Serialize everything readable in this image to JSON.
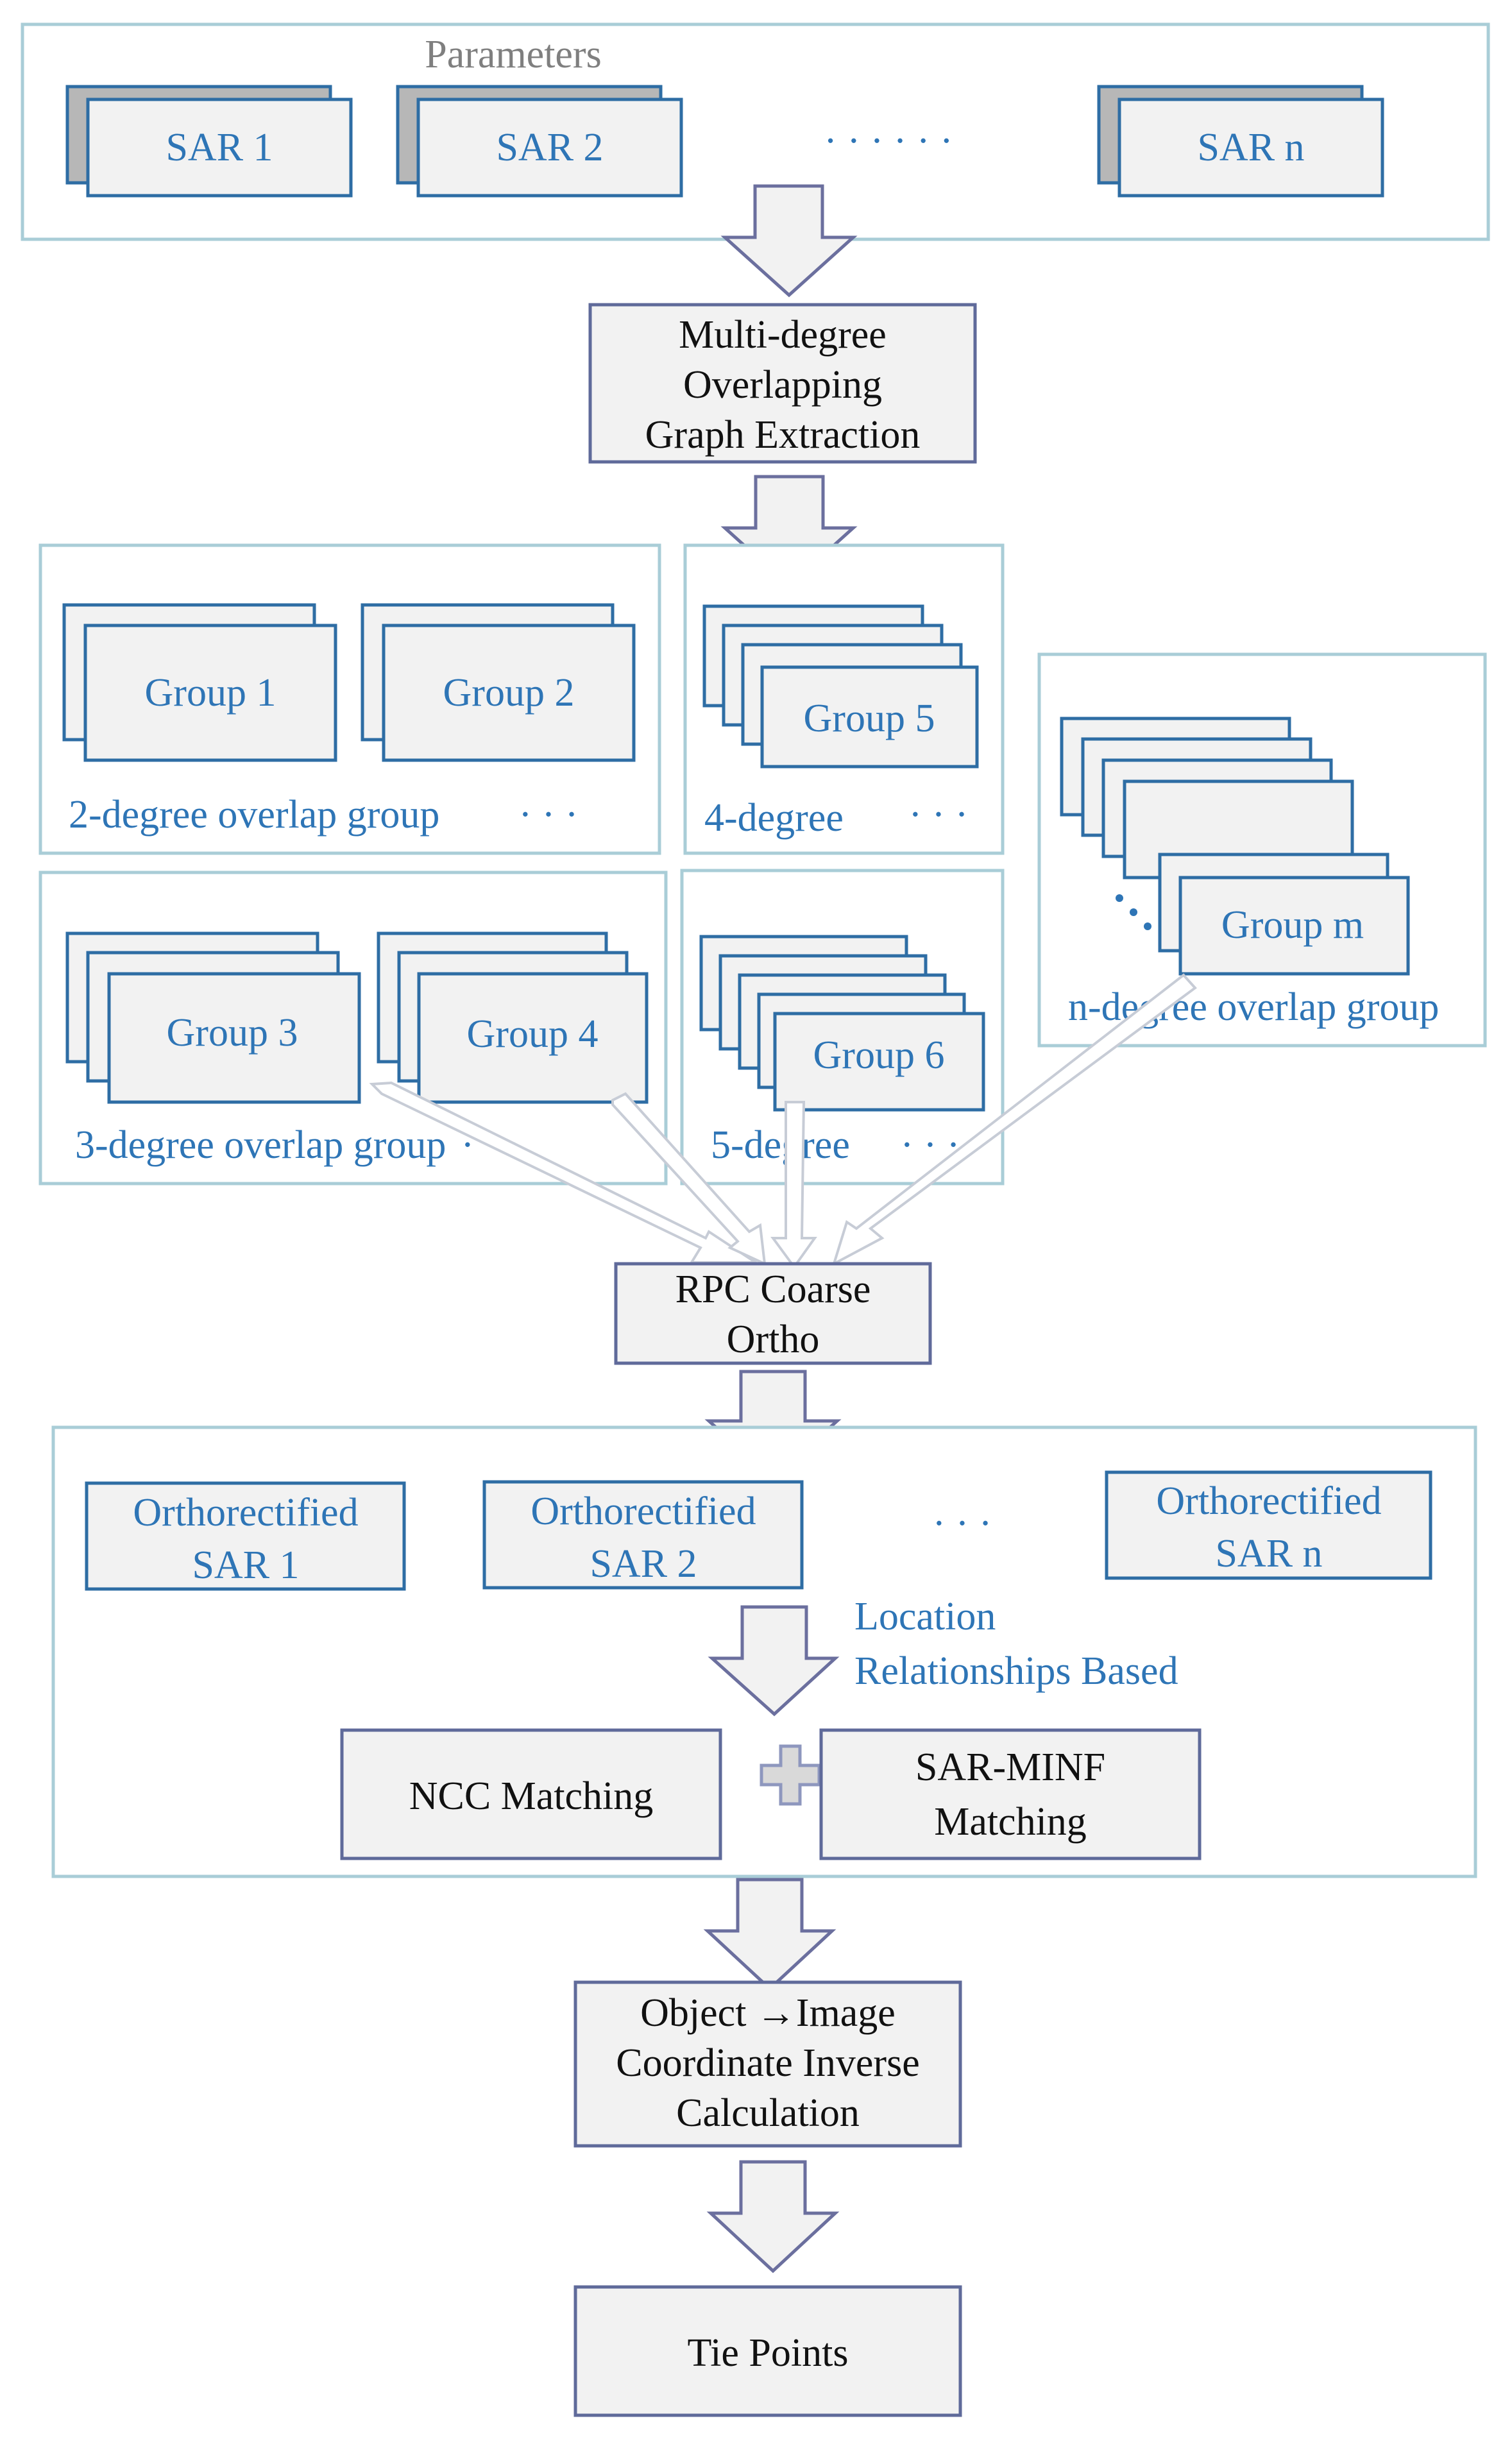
{
  "input_section": {
    "parameters_label": "Parameters",
    "sar_1": "SAR 1",
    "sar_2": "SAR 2",
    "sar_n": "SAR n",
    "ellipsis": "· · · · · ·"
  },
  "graph_extraction": {
    "line1": "Multi-degree",
    "line2": "Overlapping",
    "line3": "Graph Extraction"
  },
  "groups": {
    "group_1": "Group 1",
    "group_2": "Group 2",
    "group_3": "Group 3",
    "group_4": "Group 4",
    "group_5": "Group 5",
    "group_6": "Group 6",
    "group_m": "Group m",
    "deg2_label": "2-degree overlap group",
    "deg3_label": "3-degree overlap group",
    "deg4_label": "4-degree",
    "deg5_label": "5-degree",
    "degn_label": "n-degree overlap group",
    "ellipsis": "· · ·"
  },
  "rpc": {
    "line1": "RPC Coarse",
    "line2": "Ortho"
  },
  "ortho_section": {
    "ortho_1_line1": "Orthorectified",
    "ortho_1_line2": "SAR 1",
    "ortho_2_line1": "Orthorectified",
    "ortho_2_line2": "SAR 2",
    "ortho_n_line1": "Orthorectified",
    "ortho_n_line2": "SAR n",
    "ellipsis": "· · ·",
    "location_line1": "Location",
    "location_line2": "Relationships Based",
    "ncc": "NCC Matching",
    "minf_line1": "SAR-MINF",
    "minf_line2": "Matching"
  },
  "inverse_calc": {
    "line1": "Object →Image",
    "line2": "Coordinate Inverse",
    "line3": "Calculation"
  },
  "tie_points": "Tie Points",
  "colors": {
    "frame": "#a9cdd7",
    "process_border": "#5f6a9a",
    "blue_border": "#2e6da4",
    "blue_text": "#2e75b6",
    "box_fill": "#f2f2f2"
  }
}
